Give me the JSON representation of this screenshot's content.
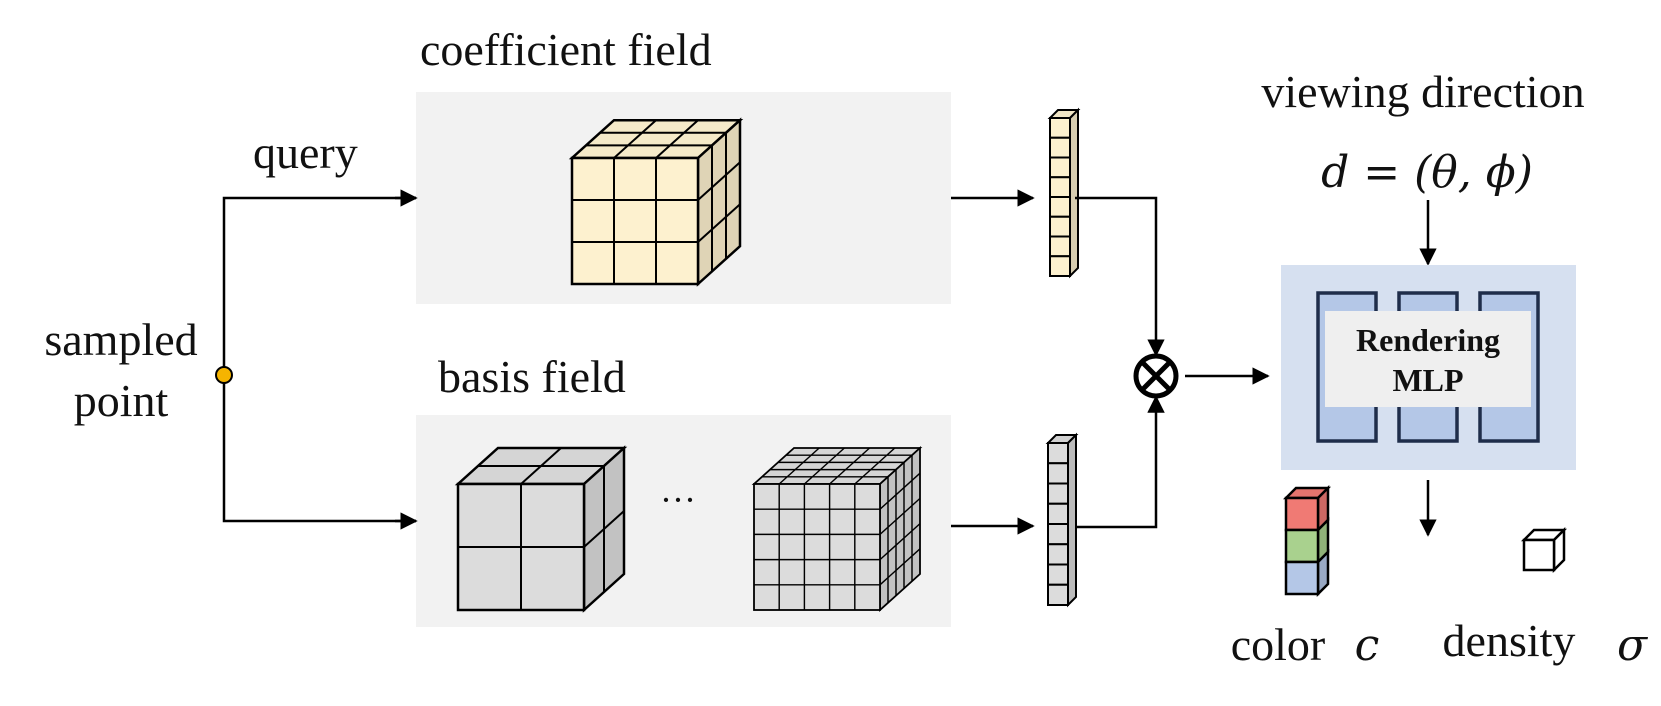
{
  "labels": {
    "coefficient_field": "coefficient field",
    "basis_field": "basis field",
    "query": "query",
    "sampled_point_line1": "sampled",
    "sampled_point_line2": "point",
    "ellipsis": "···",
    "viewing_direction": "viewing direction",
    "direction_eq": "d = (θ, ϕ)",
    "mlp_line1": "Rendering",
    "mlp_line2": "MLP",
    "color_word": "color",
    "color_symbol": "c",
    "density_word": "density",
    "density_symbol": "σ",
    "multiply_symbol": "⊗"
  },
  "colors": {
    "panel_bg": "#f2f2f2",
    "coeff_cube": "#fdf1cf",
    "basis_cube": "#dcdcdc",
    "mlp_panel": "#d6e0f0",
    "mlp_layer": "#b4c7e7",
    "mlp_label_bg": "#efefef",
    "point": "#f5b400",
    "color_r": "#f07a74",
    "color_g": "#a9d18e",
    "color_b": "#b4c7e7"
  }
}
